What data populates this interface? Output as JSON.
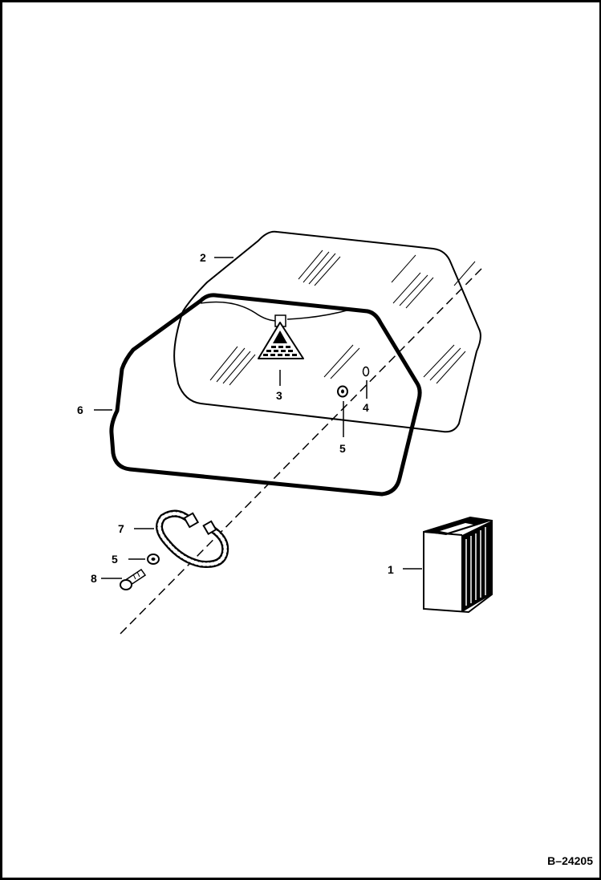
{
  "callouts": {
    "c1": "1",
    "c2": "2",
    "c3": "3",
    "c4": "4",
    "c5a": "5",
    "c5b": "5",
    "c6": "6",
    "c7": "7",
    "c8": "8"
  },
  "figure_id": "B–24205"
}
